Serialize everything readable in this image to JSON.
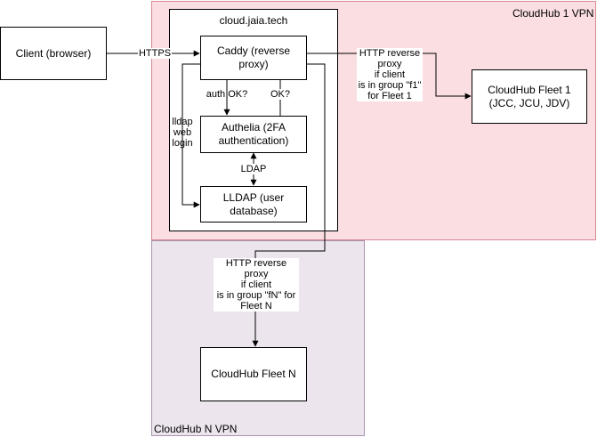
{
  "zones": {
    "vpn1_label": "CloudHub 1 VPN",
    "vpnN_label": "CloudHub N VPN"
  },
  "container": {
    "title": "cloud.jaia.tech"
  },
  "nodes": {
    "client": "Client (browser)",
    "caddy": "Caddy (reverse\nproxy)",
    "authelia": "Authelia (2FA\nauthentication)",
    "lldap": "LLDAP (user\ndatabase)",
    "fleet1": "CloudHub Fleet 1\n(JCC, JCU, JDV)",
    "fleetN": "CloudHub Fleet N"
  },
  "edges": {
    "https": "HTTPS",
    "auth_ok": "auth OK?",
    "ok": "OK?",
    "ldap": "LDAP",
    "lldap_web_login": "lldap\nweb\nlogin",
    "proxy_fleet1": "HTTP reverse\nproxy\nif client\nis in group \"f1\"\nfor Fleet 1",
    "proxy_fleetN": "HTTP reverse\nproxy\nif client\nis in group \"fN\" for\nFleet N"
  }
}
